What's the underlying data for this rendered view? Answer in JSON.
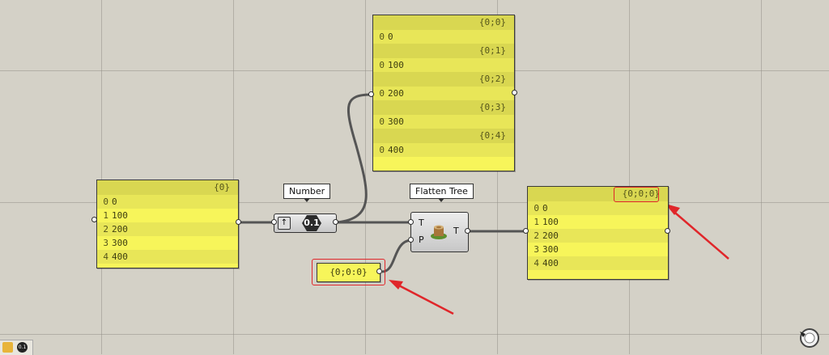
{
  "canvas": {
    "background": "#d4d1c7",
    "panel_color": "#f7f55a",
    "wire_color": "#555555",
    "annotation_color": "#e0262a"
  },
  "panel_left": {
    "path": "{0}",
    "rows": [
      {
        "index": "0",
        "value": "0"
      },
      {
        "index": "1",
        "value": "100"
      },
      {
        "index": "2",
        "value": "200"
      },
      {
        "index": "3",
        "value": "300"
      },
      {
        "index": "4",
        "value": "400"
      }
    ]
  },
  "panel_top": {
    "branches": [
      {
        "path": "{0;0}",
        "index": "0",
        "value": "0"
      },
      {
        "path": "{0;1}",
        "index": "0",
        "value": "100"
      },
      {
        "path": "{0;2}",
        "index": "0",
        "value": "200"
      },
      {
        "path": "{0;3}",
        "index": "0",
        "value": "300"
      },
      {
        "path": "{0;4}",
        "index": "0",
        "value": "400"
      }
    ]
  },
  "panel_right": {
    "path": "{0;0;0}",
    "rows": [
      {
        "index": "0",
        "value": "0"
      },
      {
        "index": "1",
        "value": "100"
      },
      {
        "index": "2",
        "value": "200"
      },
      {
        "index": "3",
        "value": "300"
      },
      {
        "index": "4",
        "value": "400"
      }
    ]
  },
  "panel_path": {
    "value": "{0;0:0}"
  },
  "number_component": {
    "tooltip": "Number",
    "icon": "number-0.1-icon"
  },
  "flatten_component": {
    "tooltip": "Flatten Tree",
    "input_t": "T",
    "input_p": "P",
    "output_t": "T",
    "icon": "stump-icon"
  },
  "status": {
    "icons": [
      "grasshopper-icon",
      "number-icon"
    ]
  }
}
